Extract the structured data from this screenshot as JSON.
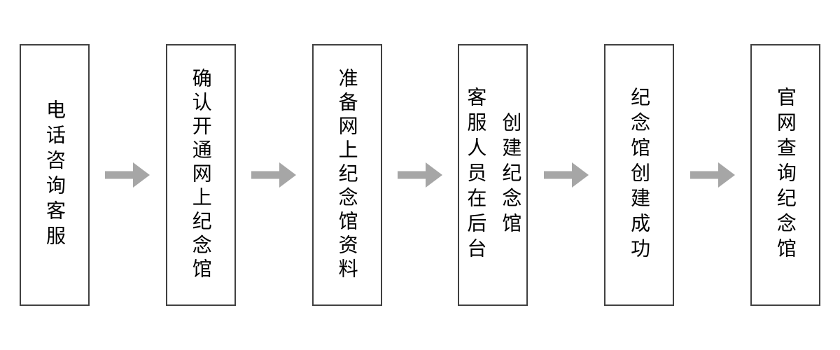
{
  "flowchart": {
    "steps": [
      {
        "label": "电话咨询客服"
      },
      {
        "label": "确认开通网上纪念馆"
      },
      {
        "label": "准备网上纪念馆资料"
      },
      {
        "label": "客服人员在后台创建纪念馆",
        "columns": [
          "客服人员在后台",
          "创建纪念馆"
        ]
      },
      {
        "label": "纪念馆创建成功"
      },
      {
        "label": "官网查询纪念馆"
      }
    ]
  },
  "icons": {
    "flow_arrow": "right-block-arrow"
  },
  "colors": {
    "background": "#ffffff",
    "box_fill": "#ffffff",
    "box_border": "#404040",
    "arrow_fill": "#a6a6a6",
    "text": "#000000"
  }
}
